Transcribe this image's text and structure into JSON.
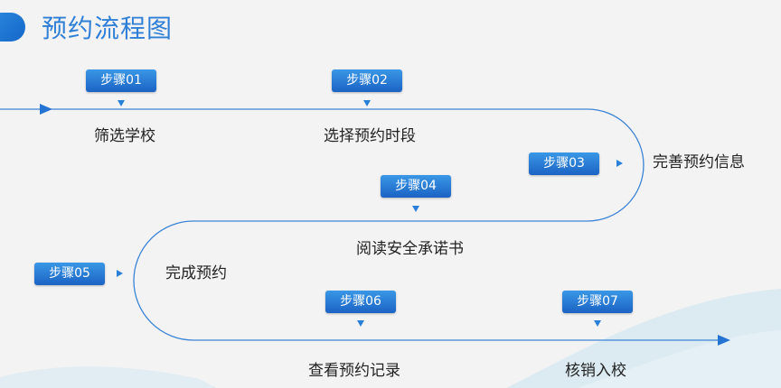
{
  "title": "预约流程图",
  "accent_color": "#1f73d0",
  "steps": [
    {
      "badge": "步骤01",
      "label": "筛选学校"
    },
    {
      "badge": "步骤02",
      "label": "选择预约时段"
    },
    {
      "badge": "步骤03",
      "label": "完善预约信息"
    },
    {
      "badge": "步骤04",
      "label": "阅读安全承诺书"
    },
    {
      "badge": "步骤05",
      "label": "完成预约"
    },
    {
      "badge": "步骤06",
      "label": "查看预约记录"
    },
    {
      "badge": "步骤07",
      "label": "核销入校"
    }
  ]
}
